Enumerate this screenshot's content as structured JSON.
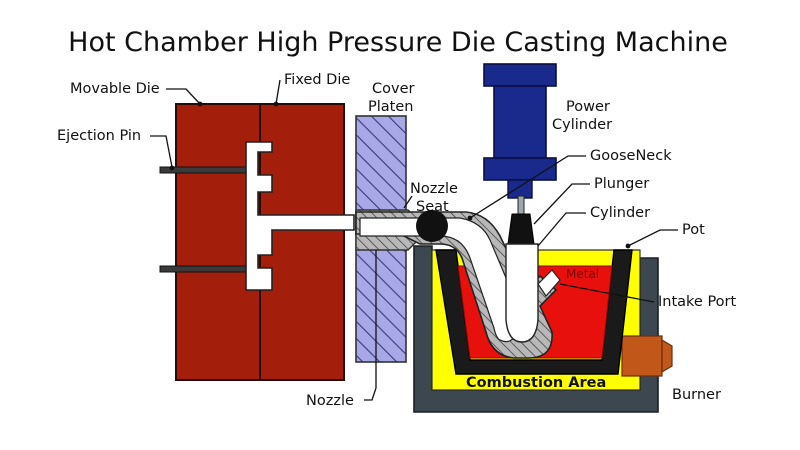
{
  "title": "Hot Chamber High Pressure Die Casting Machine",
  "labels": {
    "movable_die": "Movable Die",
    "fixed_die": "Fixed Die",
    "ejection_pin": "Ejection Pin",
    "cover_platen_1": "Cover",
    "cover_platen_2": "Platen",
    "nozzle_seat_1": "Nozzle",
    "nozzle_seat_2": "Seat",
    "power_cylinder_1": "Power",
    "power_cylinder_2": "Cylinder",
    "gooseneck": "GooseNeck",
    "plunger": "Plunger",
    "cylinder": "Cylinder",
    "pot": "Pot",
    "metal": "Metal",
    "intake_port": "Intake Port",
    "combustion_area": "Combustion Area",
    "burner": "Burner",
    "nozzle": "Nozzle"
  },
  "colors": {
    "die": "#a31f0c",
    "platen": "#a8a8e6",
    "power_cylinder": "#1a2a8c",
    "metal": "#e8100c",
    "pot_body": "#3d474f",
    "combustion": "#ffff00",
    "burner": "#c2571a"
  }
}
